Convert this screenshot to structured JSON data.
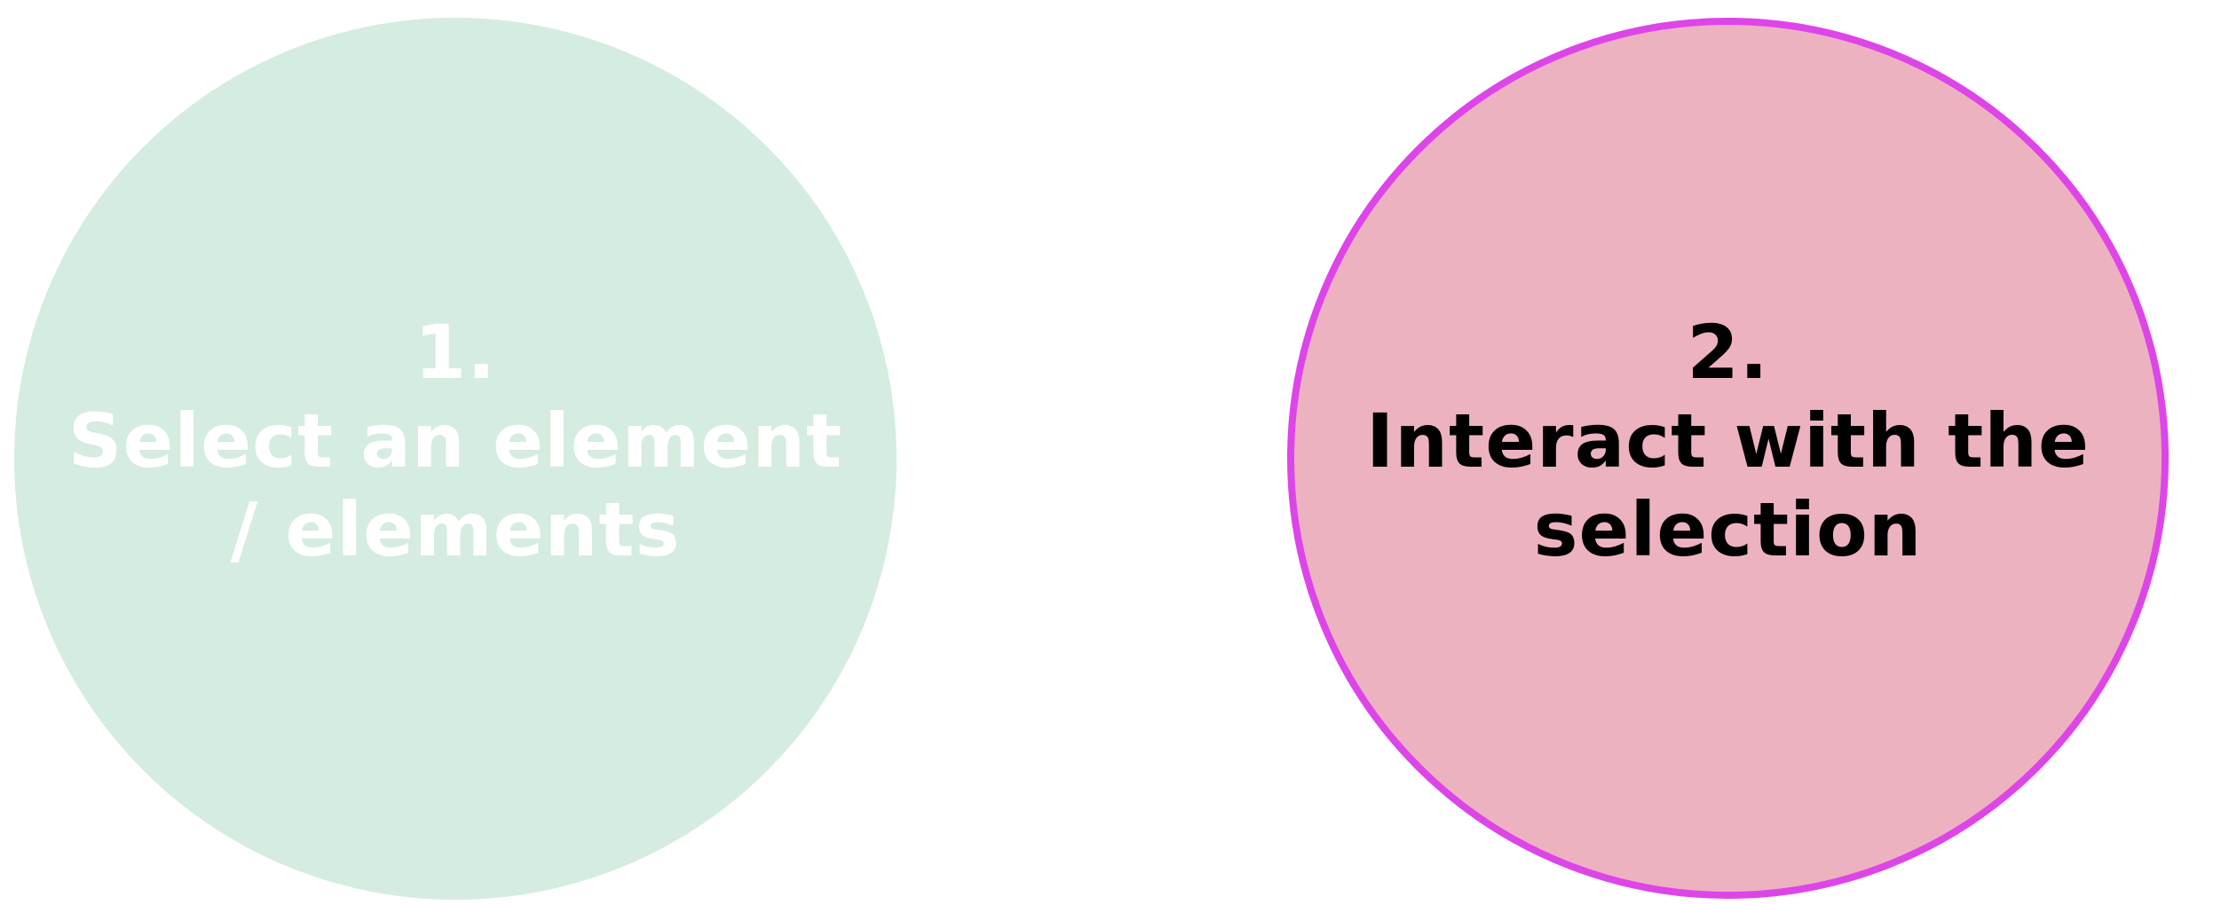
{
  "steps": [
    {
      "number": "1.",
      "label": "Select an element / elements",
      "fill": "#d5ece0",
      "text_color": "#ffffff",
      "state": "inactive"
    },
    {
      "number": "2.",
      "label": "Interact with the selection",
      "fill": "#edb2c0",
      "outline": "#dd45e8",
      "text_color": "#000000",
      "state": "active"
    }
  ]
}
